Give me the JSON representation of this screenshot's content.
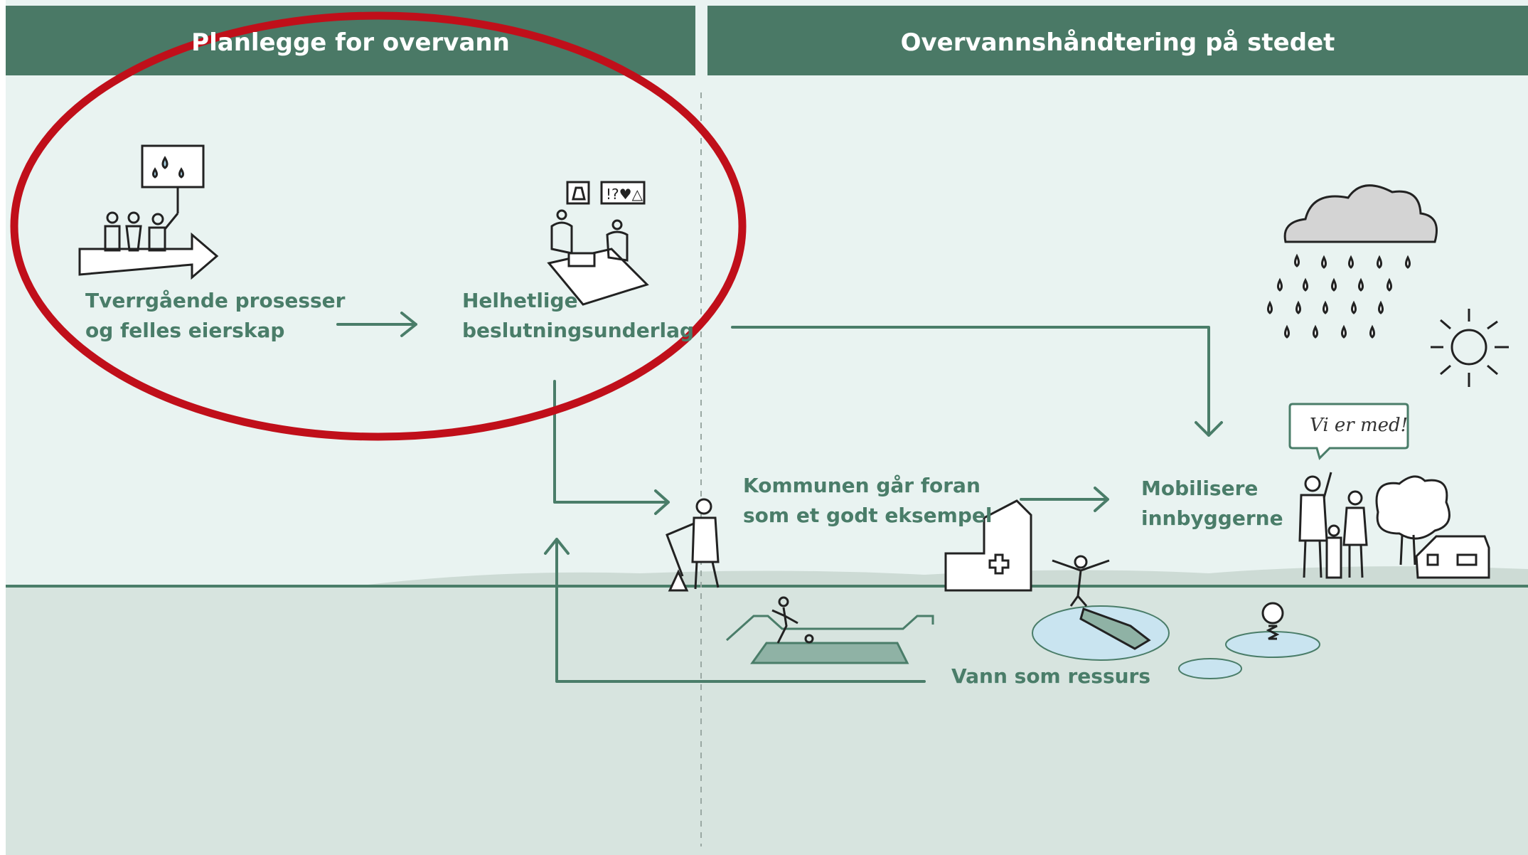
{
  "header": {
    "left_title": "Planlegge for overvann",
    "right_title": "Overvannshåndtering på stedet"
  },
  "steps": {
    "cross_sector": "Tverrgående prosesser\nog felles eierskap",
    "holistic_basis": "Helhetlige\nbeslutningsunderlag",
    "municipality_example": "Kommunen går foran\nsom et godt eksempel",
    "mobilize_citizens": "Mobilisere\ninnbyggerne",
    "water_resource": "Vann som ressurs"
  },
  "speech_bubble": "Vi er med!",
  "colors": {
    "header_green": "#4a7966",
    "sky": "#e9f3f1",
    "ground": "#d7e4df",
    "line_green": "#4a7d69",
    "highlight_red": "#c00f1a",
    "water_blue": "#c9e4f0"
  }
}
